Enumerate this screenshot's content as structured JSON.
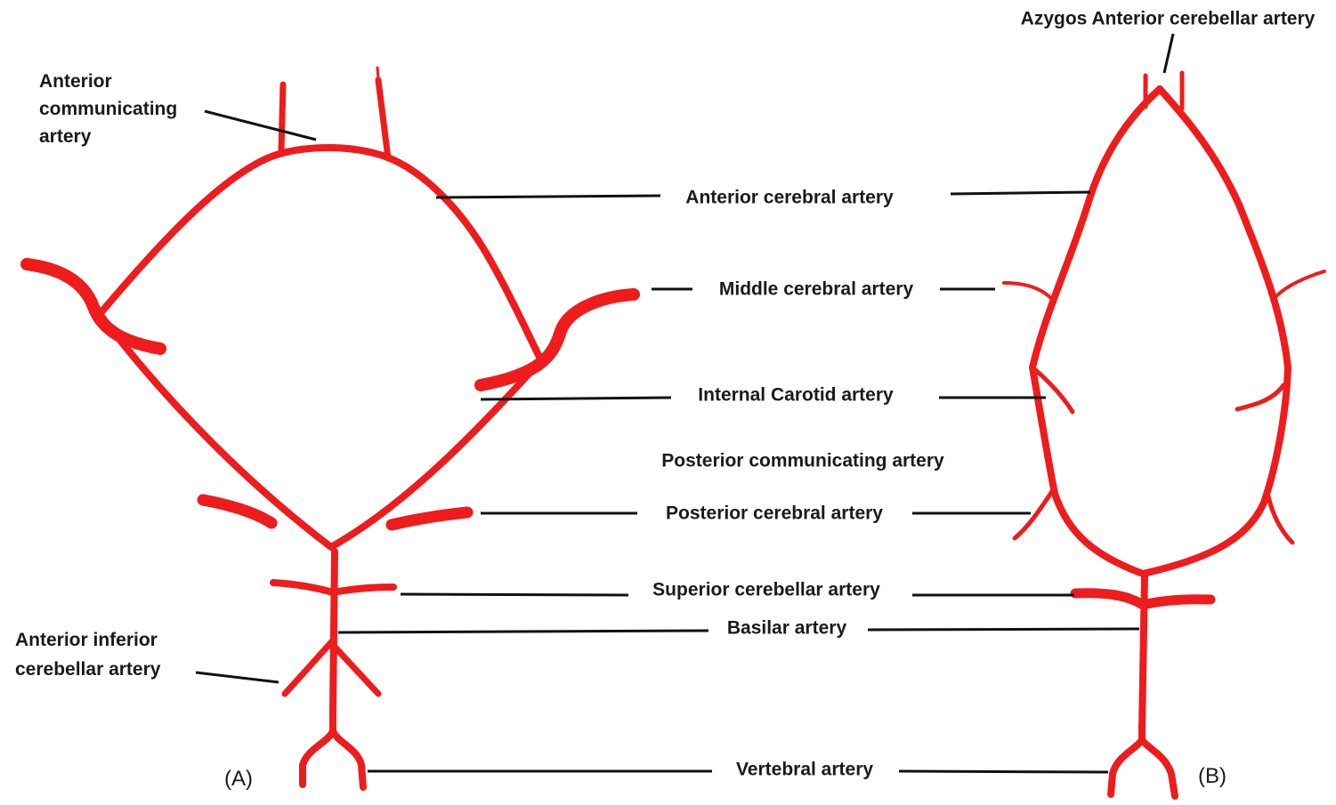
{
  "panels": {
    "a": "(A)",
    "b": "(B)"
  },
  "labels": {
    "azygos_anterior_cerebellar": "Azygos Anterior cerebellar artery",
    "anterior_communicating": [
      "Anterior",
      "communicating",
      "artery"
    ],
    "anterior_cerebral": "Anterior cerebral artery",
    "middle_cerebral": "Middle cerebral artery",
    "internal_carotid": "Internal Carotid  artery",
    "posterior_communicating": "Posterior communicating  artery",
    "posterior_cerebral": "Posterior  cerebral  artery",
    "superior_cerebellar": "Superior cerebellar  artery",
    "basilar": "Basilar artery",
    "anterior_inferior_cerebellar": [
      "Anterior inferior",
      "cerebellar artery"
    ],
    "vertebral": "Vertebral artery"
  },
  "colors": {
    "artery": "#ee1c1c",
    "leader": "#111111",
    "text": "#1a1a1a"
  }
}
